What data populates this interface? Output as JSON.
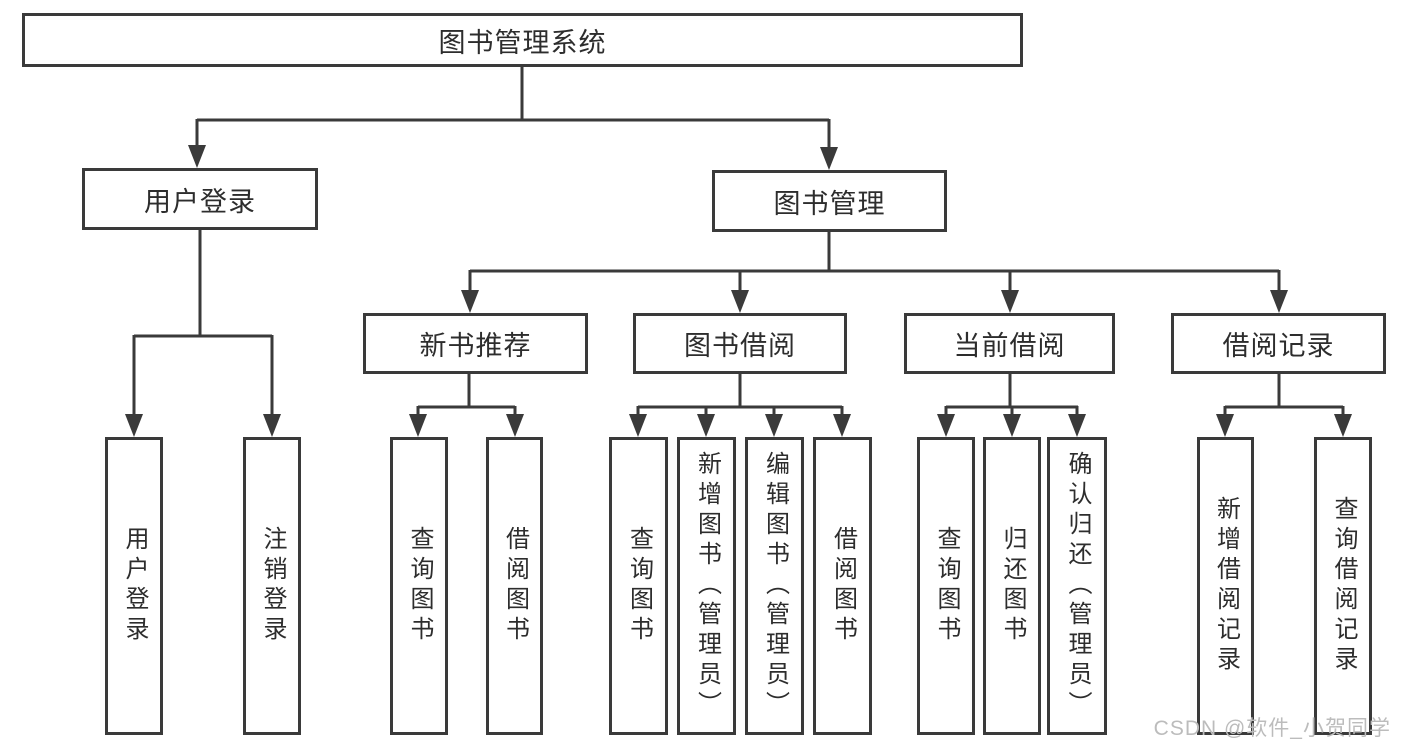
{
  "tree": {
    "root": "图书管理系统",
    "branches": [
      {
        "label": "用户登录",
        "children": [
          "用户登录",
          "注销登录"
        ]
      },
      {
        "label": "图书管理",
        "sections": [
          {
            "label": "新书推荐",
            "children": [
              "查询图书",
              "借阅图书"
            ]
          },
          {
            "label": "图书借阅",
            "children": [
              "查询图书",
              "新增图书（管理员）",
              "编辑图书（管理员）",
              "借阅图书"
            ]
          },
          {
            "label": "当前借阅",
            "children": [
              "查询图书",
              "归还图书",
              "确认归还（管理员）"
            ]
          },
          {
            "label": "借阅记录",
            "children": [
              "新增借阅记录",
              "查询借阅记录"
            ]
          }
        ]
      }
    ]
  },
  "watermark": {
    "text": "CSDN @软件_小贺同学"
  },
  "style": {
    "line_color": "#3a3a3a",
    "text_color": "#2d2d2d",
    "box_fill": "#ffffff",
    "background": "#ffffff",
    "watermark_color": "#bcbcbc"
  }
}
